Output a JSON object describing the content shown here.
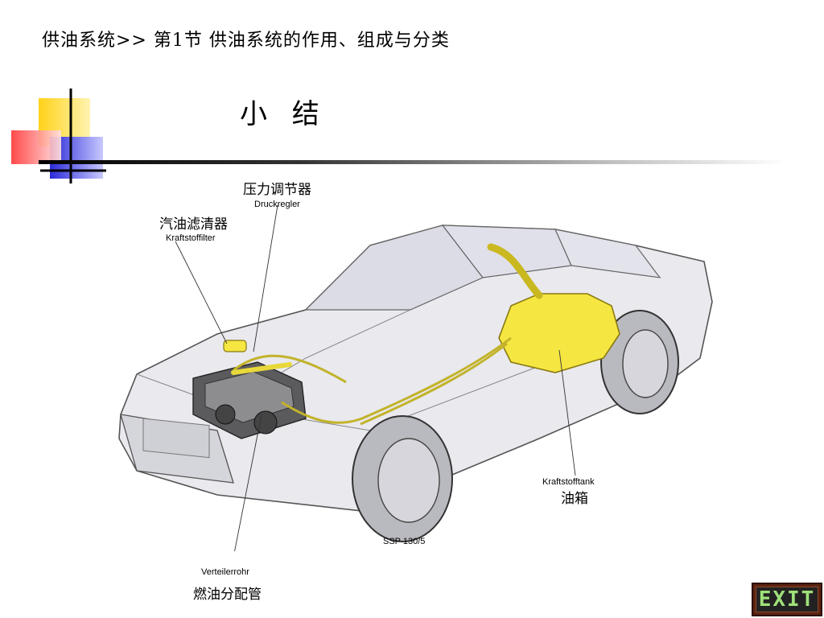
{
  "header": {
    "breadcrumb": "供油系统>> 第1节 供油系统的作用、组成与分类"
  },
  "slide": {
    "title": "小 结"
  },
  "labels": {
    "regulator_cn": "压力调节器",
    "regulator_de": "Druckregler",
    "filter_cn": "汽油滤清器",
    "filter_de": "Kraftstoffilter",
    "tank_de": "Kraftstofftank",
    "tank_cn": "油箱",
    "rail_de": "Verteilerrohr",
    "rail_cn": "燃油分配管"
  },
  "figure": {
    "code": "SSP 130/5"
  },
  "nav": {
    "exit_label": "EXIT"
  },
  "colors": {
    "fuel_system": "#f5e642",
    "deco_yellow": "#ffd21a",
    "deco_blue": "#3a3adf",
    "deco_red": "#ff4a4a",
    "exit_text": "#9ee07a"
  }
}
